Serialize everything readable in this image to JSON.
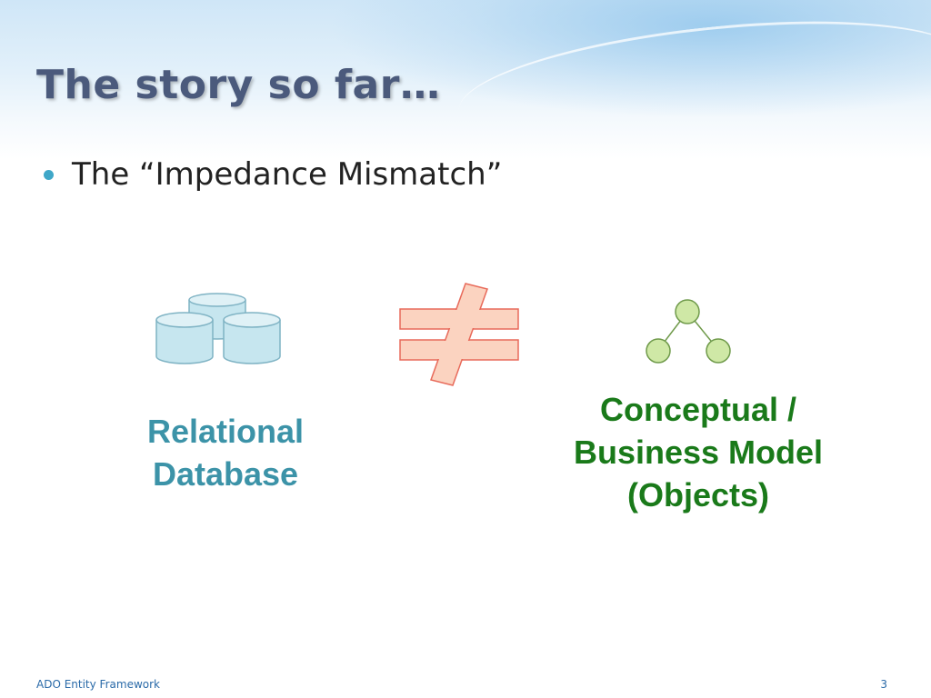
{
  "slide": {
    "title": "The story so far…",
    "bullet": "The “Impedance Mismatch”"
  },
  "diagram": {
    "left_label": [
      "Relational",
      "Database"
    ],
    "right_label": [
      "Conceptual /",
      "Business Model",
      "(Objects)"
    ],
    "icons": [
      "database-icon",
      "not-equal-icon",
      "tree-icon"
    ]
  },
  "footer": {
    "left": "ADO Entity Framework",
    "page_number": "3"
  },
  "colors": {
    "title": "#4b5a7c",
    "bullet_dot": "#3fa7c8",
    "db_label": "#3c93a8",
    "model_label": "#1a7a1a",
    "db_fill": "#c6e6ef",
    "neq_fill": "#fbd3c0",
    "neq_stroke": "#e86a5a",
    "tree_fill": "#cfe8a6",
    "footer": "#2a6aa8"
  }
}
